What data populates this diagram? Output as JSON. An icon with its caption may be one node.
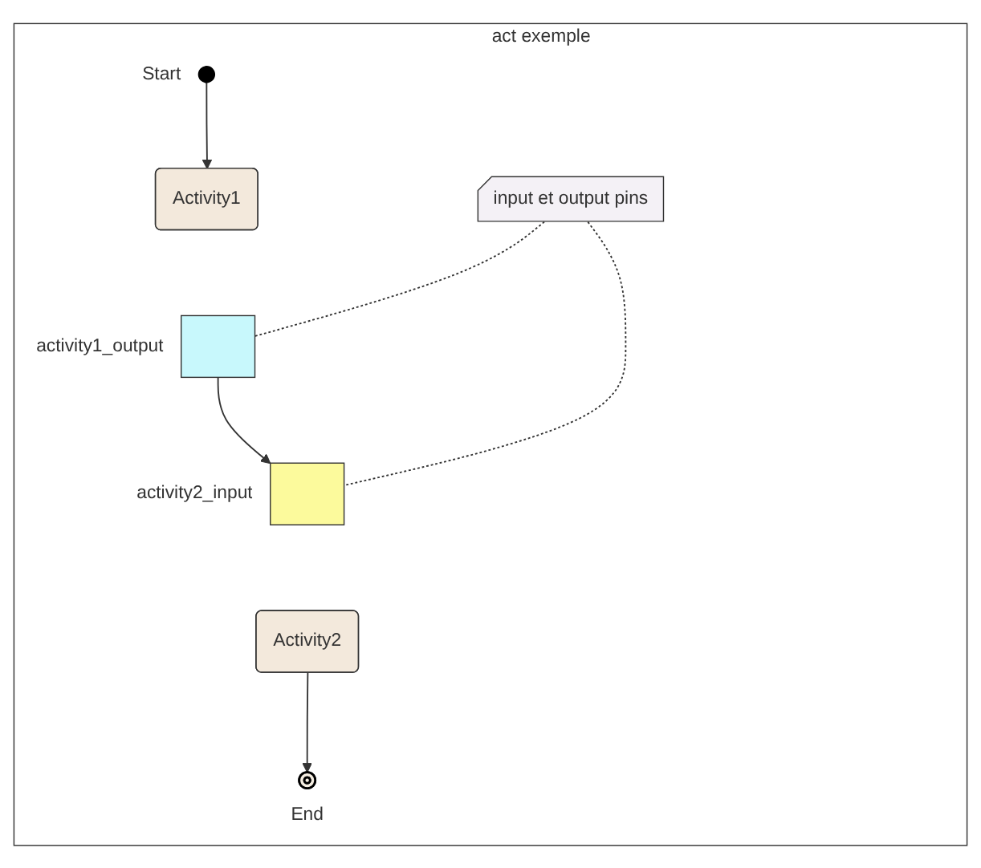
{
  "diagram": {
    "nodes": [
      {
        "text": [
          "act exemple"
        ]
      },
      {
        "text": [],
        "shape": "circle",
        "beside": [
          "Start"
        ],
        "in": 0
      },
      {
        "text": [
          "Activity1"
        ],
        "in": 0
      },
      {
        "text": [],
        "shape": "box",
        "beside": [
          "activity1_output"
        ],
        "in": 0
      },
      {
        "text": [
          "input et output pins"
        ],
        "in": 0
      },
      {
        "text": [],
        "shape": "box",
        "beside": [
          "activity2_input"
        ],
        "in": 0
      },
      {
        "text": [
          "Activity2"
        ],
        "in": 0
      },
      {
        "text": [],
        "shape": "circle",
        "beside": [
          "End"
        ],
        "in": 0
      }
    ],
    "edges": [
      {
        "from": 1,
        "to": 2,
        "arrow": "to"
      },
      {
        "from": 3,
        "to": 5,
        "arrow": "to"
      },
      {
        "from": 6,
        "to": 7,
        "arrow": "to"
      },
      {
        "from": 4,
        "to": 3,
        "arrow": "none",
        "style": "dashed"
      },
      {
        "from": 4,
        "to": 5,
        "arrow": "none",
        "style": "dashed"
      }
    ]
  }
}
